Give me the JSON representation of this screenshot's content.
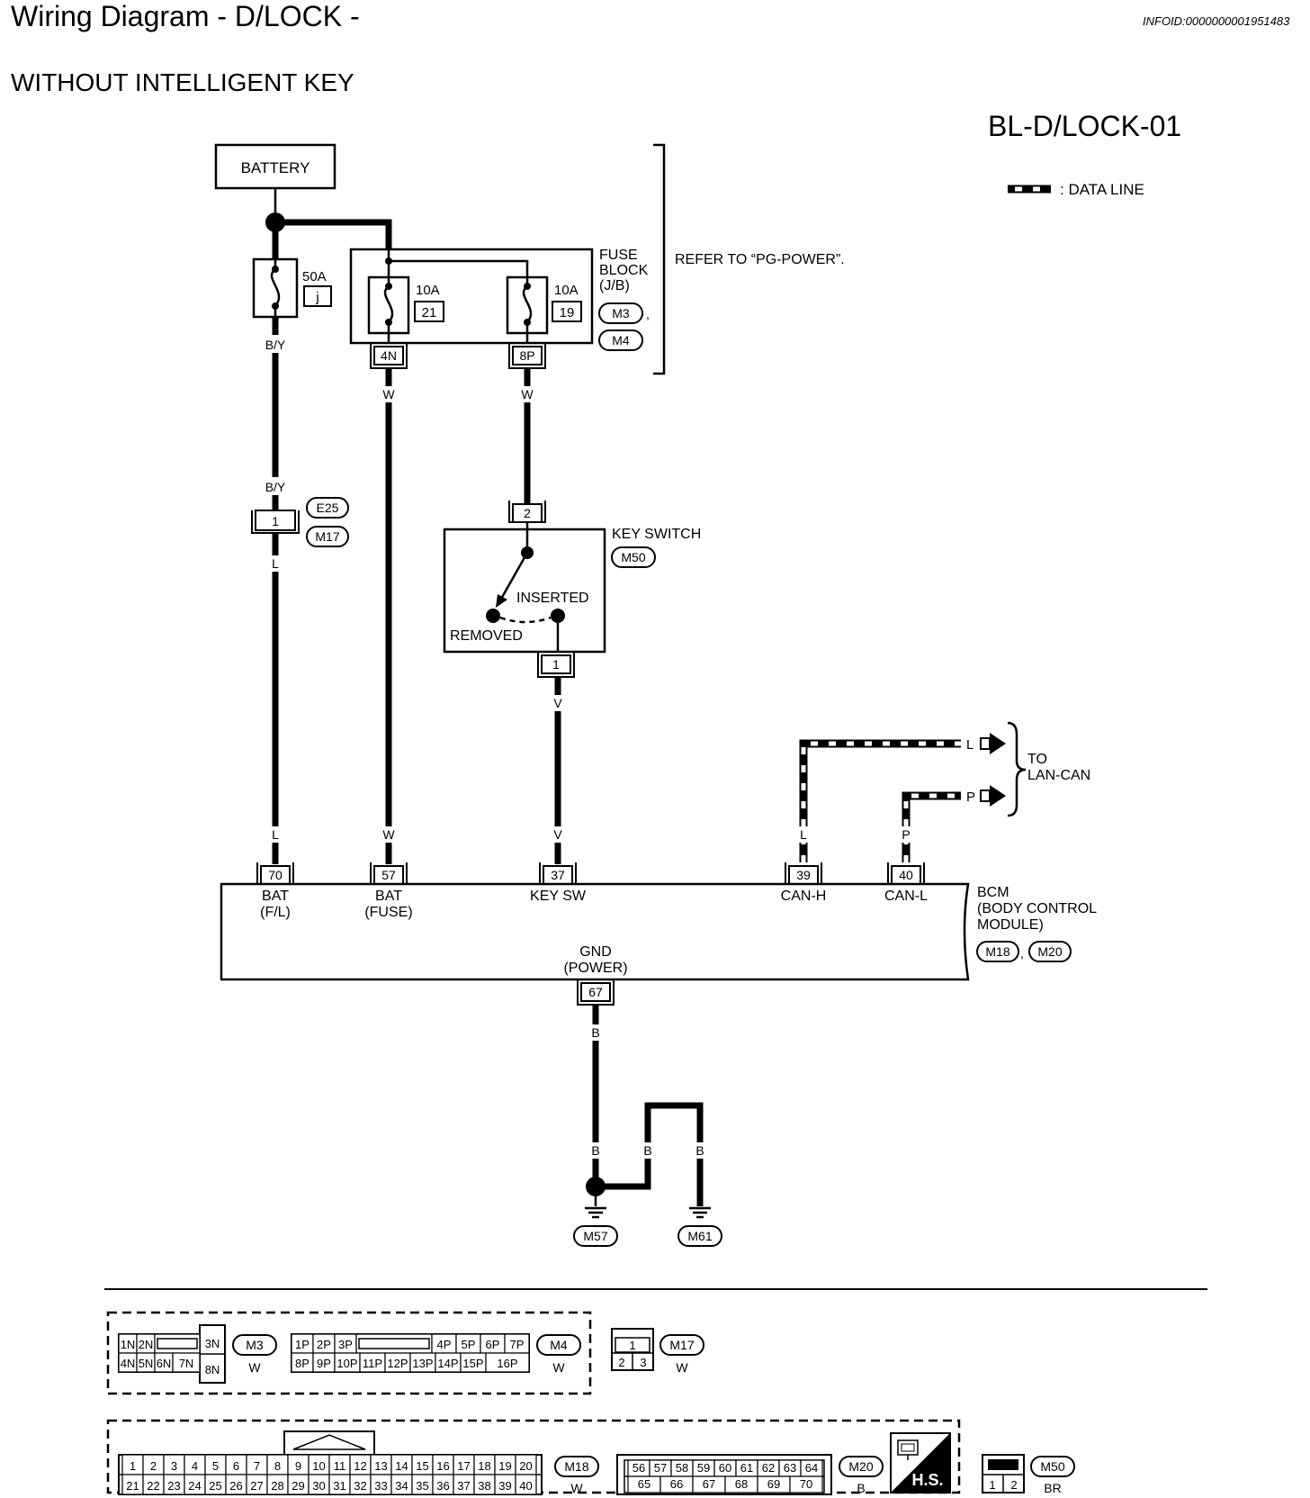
{
  "page": {
    "title": "Wiring Diagram - D/LOCK -",
    "info_id": "INFOID:0000000001951483",
    "subtitle": "WITHOUT INTELLIGENT KEY",
    "diagram_id": "BL-D/LOCK-01"
  },
  "legend": {
    "data_line": ": DATA LINE"
  },
  "power": {
    "battery": "BATTERY",
    "fusible_link_rating": "50A",
    "fusible_link_id": "j",
    "fuse_block_line1": "FUSE",
    "fuse_block_line2": "BLOCK",
    "fuse_block_line3": "(J/B)",
    "fuse_block_conn1": "M3",
    "fuse_block_comma": ",",
    "fuse_block_conn2": "M4",
    "fuse_a_rating": "10A",
    "fuse_a_num": "21",
    "fuse_b_rating": "10A",
    "fuse_b_num": "19",
    "fuse_a_term": "4N",
    "fuse_b_term": "8P",
    "refer": "REFER TO “PG-POWER”."
  },
  "wires": {
    "by_top": "B/Y",
    "by_mid": "B/Y",
    "l_after_joint": "L",
    "w_fuse_a": "W",
    "w_fuse_b": "W",
    "v_after_switch": "V",
    "l_bcm70": "L",
    "w_bcm57": "W",
    "v_bcm37": "V",
    "l_bcm39": "L",
    "p_bcm40": "P",
    "b_ground_1": "B",
    "b_ground_2": "B",
    "b_ground_3": "B",
    "b_ground_4": "B"
  },
  "joint": {
    "pin": "1",
    "conn1": "E25",
    "conn2": "M17"
  },
  "key_switch": {
    "name": "KEY SWITCH",
    "conn": "M50",
    "pin_in": "2",
    "pin_out": "1",
    "inserted": "INSERTED",
    "removed": "REMOVED"
  },
  "lan_can": {
    "l": "L",
    "p": "P",
    "to_line1": "TO",
    "to_line2": "LAN-CAN"
  },
  "bcm": {
    "name_line1": "BCM",
    "name_line2": "(BODY CONTROL",
    "name_line3": "MODULE)",
    "conn1": "M18",
    "conn2": "M20",
    "pins": [
      {
        "num": "70",
        "label1": "BAT",
        "label2": "(F/L)"
      },
      {
        "num": "57",
        "label1": "BAT",
        "label2": "(FUSE)"
      },
      {
        "num": "37",
        "label1": "KEY SW",
        "label2": ""
      },
      {
        "num": "39",
        "label1": "CAN-H",
        "label2": ""
      },
      {
        "num": "40",
        "label1": "CAN-L",
        "label2": ""
      }
    ],
    "gnd_label1": "GND",
    "gnd_label2": "(POWER)",
    "gnd_pin": "67"
  },
  "grounds": {
    "g1": "M57",
    "g2": "M61"
  },
  "connectors": {
    "m3": {
      "id": "M3",
      "color": "W",
      "row1": [
        "1N",
        "2N",
        "",
        "3N"
      ],
      "row2": [
        "4N",
        "5N",
        "6N",
        "7N",
        "8N"
      ]
    },
    "m4": {
      "id": "M4",
      "color": "W",
      "row1": [
        "1P",
        "2P",
        "3P",
        "",
        "4P",
        "5P",
        "6P",
        "7P"
      ],
      "row2": [
        "8P",
        "9P",
        "10P",
        "11P",
        "12P",
        "13P",
        "14P",
        "15P",
        "16P"
      ]
    },
    "m17": {
      "id": "M17",
      "color": "W",
      "row1": [
        "1"
      ],
      "row2": [
        "2",
        "3"
      ]
    },
    "m18": {
      "id": "M18",
      "color": "W",
      "row1": [
        "1",
        "2",
        "3",
        "4",
        "5",
        "6",
        "7",
        "8",
        "9",
        "10",
        "11",
        "12",
        "13",
        "14",
        "15",
        "16",
        "17",
        "18",
        "19",
        "20"
      ],
      "row2": [
        "21",
        "22",
        "23",
        "24",
        "25",
        "26",
        "27",
        "28",
        "29",
        "30",
        "31",
        "32",
        "33",
        "34",
        "35",
        "36",
        "37",
        "38",
        "39",
        "40"
      ]
    },
    "m20": {
      "id": "M20",
      "color": "B",
      "row1": [
        "56",
        "57",
        "58",
        "59",
        "60",
        "61",
        "62",
        "63",
        "64"
      ],
      "row2": [
        "65",
        "66",
        "67",
        "68",
        "69",
        "70"
      ]
    },
    "hs": "H.S.",
    "m50": {
      "id": "M50",
      "color": "BR",
      "row2": [
        "1",
        "2"
      ]
    }
  }
}
